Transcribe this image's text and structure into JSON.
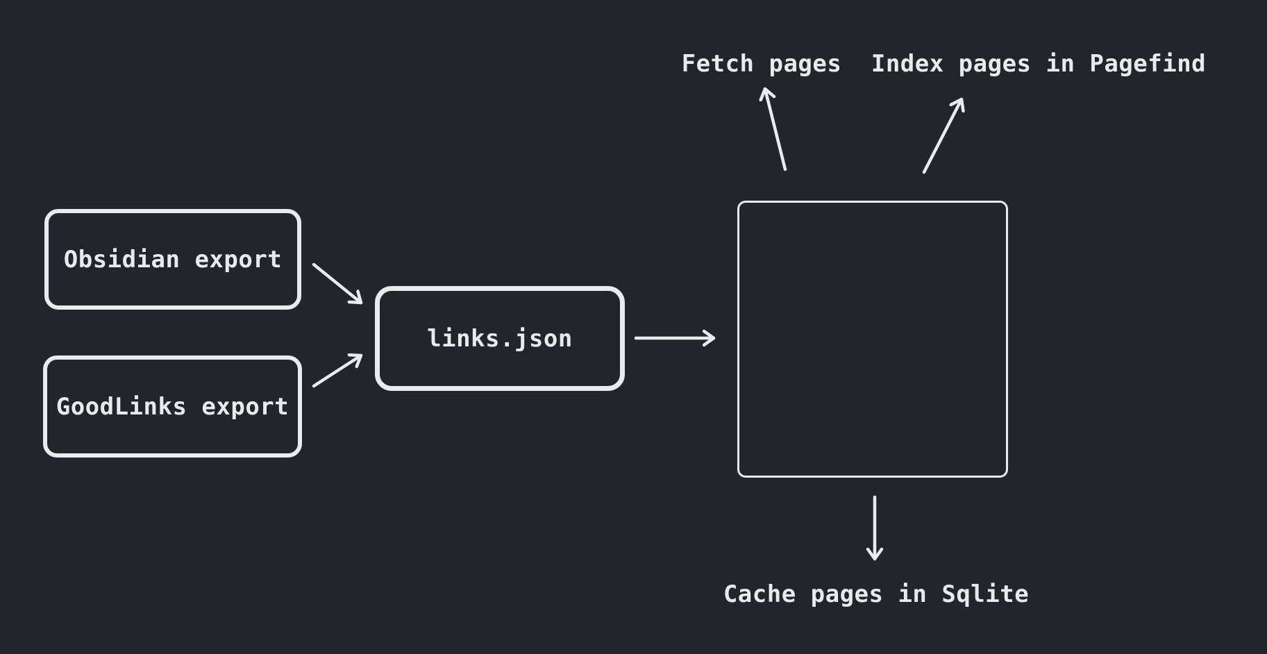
{
  "colors": {
    "background": "#22262a",
    "stroke": "#e9ebed",
    "text": "#e8eaec"
  },
  "nodes": {
    "obsidian": {
      "label": "Obsidian export"
    },
    "goodlinks": {
      "label": "GoodLinks export"
    },
    "links_json": {
      "label": "links.json"
    },
    "pipeline": {
      "label": ""
    }
  },
  "annotations": {
    "fetch": {
      "label": "Fetch pages"
    },
    "index": {
      "label": "Index pages in Pagefind"
    },
    "cache": {
      "label": "Cache pages in Sqlite"
    }
  }
}
